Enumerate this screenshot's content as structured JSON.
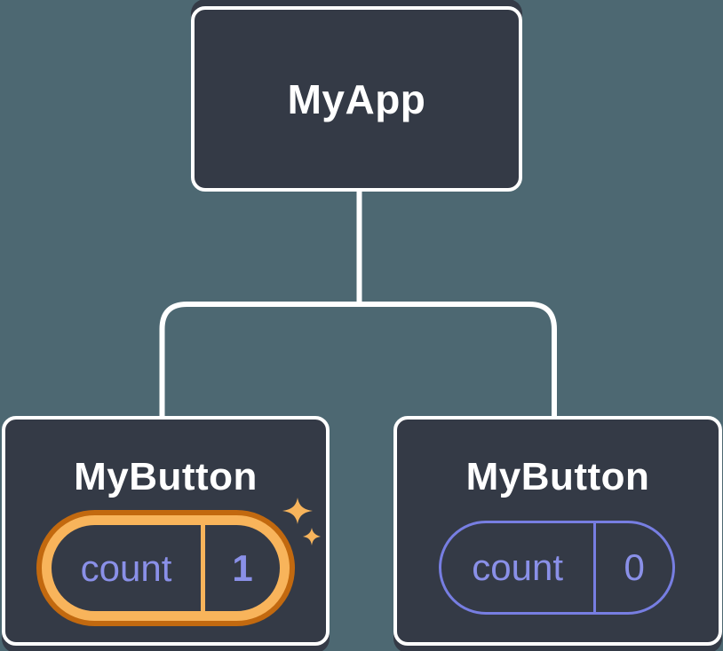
{
  "diagram": {
    "type": "component-tree",
    "root": {
      "label": "MyApp"
    },
    "children": [
      {
        "label": "MyButton",
        "state": {
          "name": "count",
          "value": "1"
        },
        "highlighted": true,
        "decoration": "sparkles-icon"
      },
      {
        "label": "MyButton",
        "state": {
          "name": "count",
          "value": "0"
        },
        "highlighted": false
      }
    ]
  },
  "colors": {
    "bg": "#4D6872",
    "node": "#343A46",
    "node-border": "#FFFFFF",
    "connector": "#FFFFFF",
    "purple-text": "#8A90E8",
    "purple-stroke": "#777EE2",
    "gold": "#F8B45B",
    "gold-divider": "#F8B45B",
    "dark-orange": "#C2690F",
    "sparkle": "#F7B45C"
  }
}
